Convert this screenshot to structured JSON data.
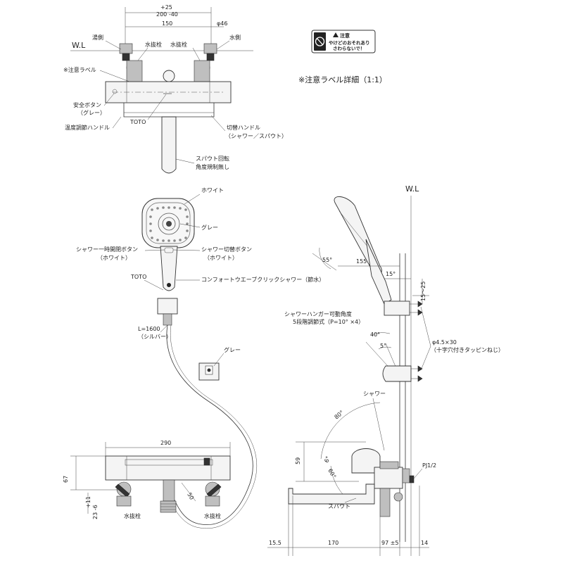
{
  "labels": {
    "yu_gawa": "湯側",
    "mizu_gawa": "水側",
    "mizunuki_sen_1": "水抜栓",
    "mizunuki_sen_2": "水抜栓",
    "chui_label": "※注意ラベル",
    "anzen_button": "安全ボタン",
    "anzen_button_sub": "（グレー）",
    "ondo_handle": "温度調節ハンドル",
    "toto_top": "TOTO",
    "kirikae_handle": "切替ハンドル",
    "kirikae_handle_sub": "（シャワー／スパウト）",
    "spout_kaiten": "スパウト回転",
    "spout_kaiten_sub": "角度規制無し",
    "chui_label_detail": "※注意ラベル詳細（1:1）",
    "white": "ホワイト",
    "gray_head": "グレー",
    "shower_jikan": "シャワー一時開閉ボタン",
    "shower_jikan_sub": "（ホワイト）",
    "shower_kirikae": "シャワー切替ボタン",
    "shower_kirikae_sub": "（ホワイト）",
    "toto_head": "TOTO",
    "comfort_wave": "コンフォートウエーブクリックシャワー（節水）",
    "hose_length": "L=1600",
    "hose_color": "（シルバー）",
    "gray_hanger": "グレー",
    "hanger_kakudo": "シャワーハンガー可動角度",
    "hanger_kakudo_sub": "5段階調節式（P=10° ×4）",
    "screw": "φ4.5×30",
    "screw_sub": "（十字穴付きタッピンねじ）",
    "shower_side": "シャワー",
    "spout_side": "スパウト",
    "pj": "PJ1/2",
    "mizunuki_bottom_1": "水抜栓",
    "mizunuki_bottom_2": "水抜栓",
    "wl_top": "W.L",
    "wl_side": "W.L"
  },
  "warning_label": {
    "header": "注意",
    "line1": "やけどのおそれあり",
    "line2": "さわらないで！"
  },
  "dims": {
    "plus25": "+25",
    "d200": "200 -40",
    "d150": "150",
    "phi46": "φ46",
    "a55": "55°",
    "d155": "155",
    "a15": "15°",
    "d15_25": "15～25",
    "a40": "40°",
    "a5": "5°",
    "a80": "80°",
    "a6": "6°",
    "a60": "60°",
    "d59": "59",
    "d290": "290",
    "d67": "67",
    "d50": "50",
    "d11": "+11",
    "d23": "23 -6",
    "d15_5": "15.5",
    "d170": "170",
    "d97": "97 ±5",
    "d14": "14"
  }
}
